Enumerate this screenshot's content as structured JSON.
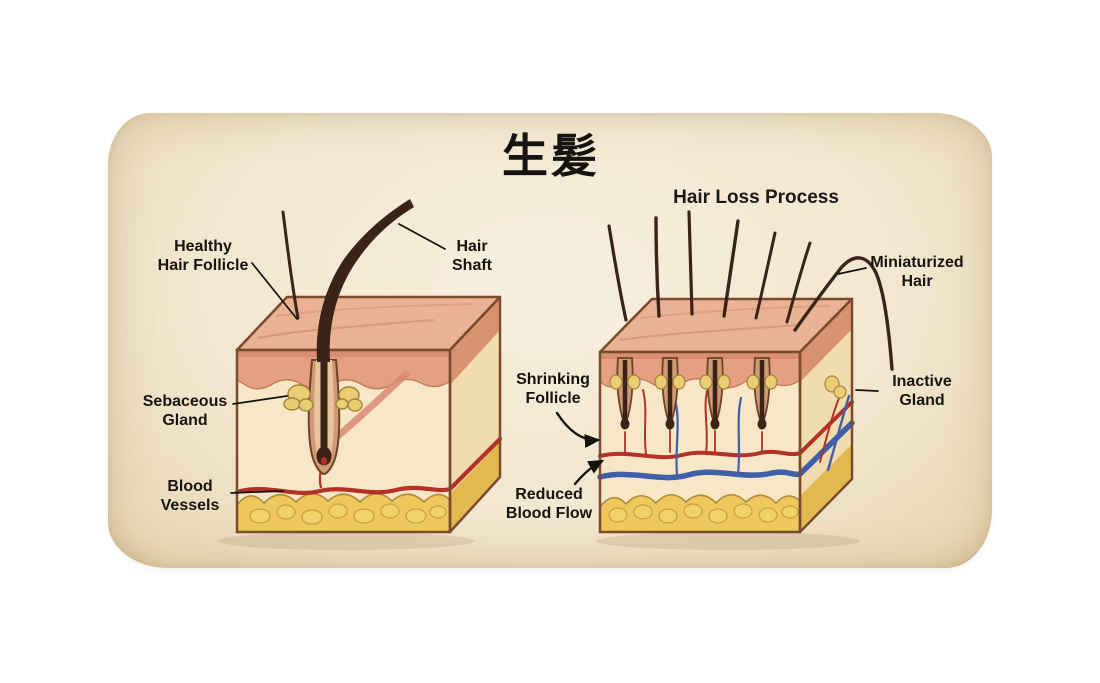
{
  "page": {
    "title": "生髪",
    "right_subtitle": "Hair Loss Process"
  },
  "left_diagram": {
    "name": "Healthy hair follicle skin cross-section",
    "labels": {
      "healthy_hair_follicle": "Healthy\nHair Follicle",
      "hair_shaft": "Hair\nShaft",
      "sebaceous_gland": "Sebaceous\nGland",
      "blood_vessels": "Blood\nVessels"
    }
  },
  "right_diagram": {
    "name": "Hair loss process skin cross-section",
    "labels": {
      "shrinking_follicle": "Shrinking\nFollicle",
      "reduced_blood_flow": "Reduced\nBlood Flow",
      "miniaturized_hair": "Miniaturized\nHair",
      "inactive_gland": "Inactive\nGland"
    }
  },
  "palette": {
    "ink": "#17140f",
    "parchment": "#f2e7d0",
    "skin_top": "#eab294",
    "epidermis": "#e5a083",
    "dermis": "#f7e7c6",
    "fat": "#eec85d",
    "hair": "#3a2417",
    "artery": "#b33127",
    "vein": "#3f5fa8",
    "gland": "#eace74",
    "outline": "#7b4b2e"
  }
}
